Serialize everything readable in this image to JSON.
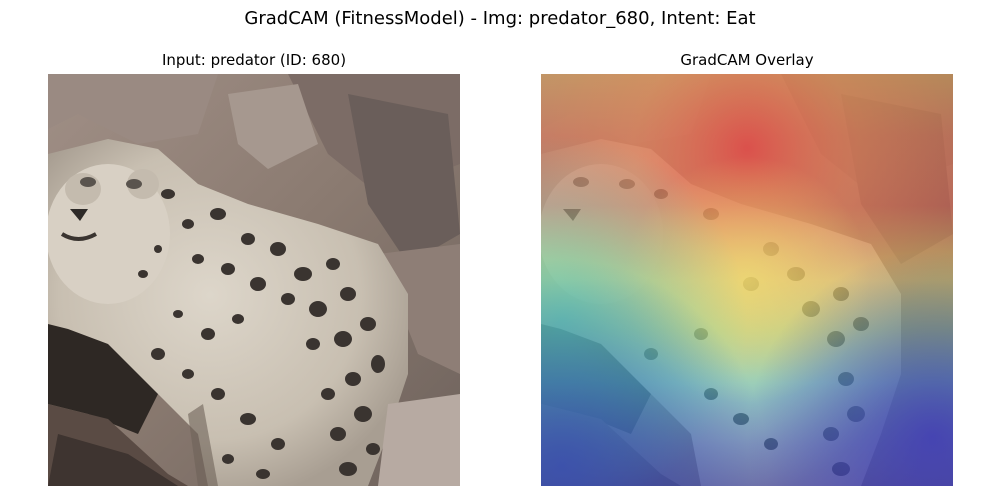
{
  "figure": {
    "title": "GradCAM (FitnessModel) - Img: predator_680, Intent: Eat"
  },
  "panels": [
    {
      "title": "Input: predator (ID: 680)",
      "image_description": "pixelated photo of a snow leopard sitting among grey-brown rocks"
    },
    {
      "title": "GradCAM Overlay",
      "image_description": "same snow leopard photo overlaid with a jet-colormap heatmap"
    }
  ],
  "colors": {
    "leopard_fur": "#cfc6b8",
    "rock": "#8c7c72",
    "shadow": "#2e2824",
    "spot": "#3a3430",
    "heat_high": "#e05a50",
    "heat_mid": "#e6e070",
    "heat_low_mid": "#6fd4c4",
    "heat_low": "#4a5cc8"
  }
}
